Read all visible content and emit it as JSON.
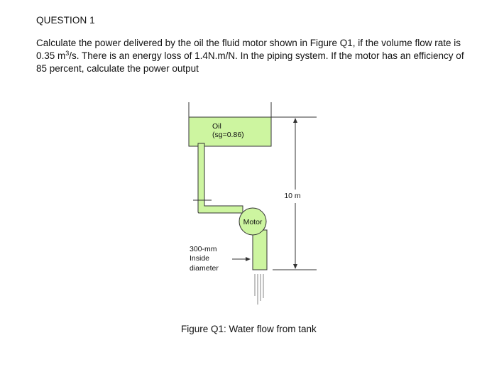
{
  "question": {
    "heading": "QUESTION 1",
    "text_before_sup": "Calculate the power delivered by the oil the fluid motor shown in Figure Q1, if the volume flow rate is 0.35 m",
    "sup": "3",
    "text_after_sup": "/s. There is an energy loss of 1.4N.m/N. In the piping system. If the motor has an efficiency of 85 percent, calculate the power output"
  },
  "figure": {
    "fluid_name": "Oil",
    "fluid_sg": "(sg=0.86)",
    "motor_label": "Motor",
    "height_label": "10 m",
    "pipe_label_line1": "300-mm",
    "pipe_label_line2": "Inside",
    "pipe_label_line3": "diameter",
    "fill_color": "#cdf5a0",
    "caption": "Figure Q1: Water flow from tank"
  }
}
